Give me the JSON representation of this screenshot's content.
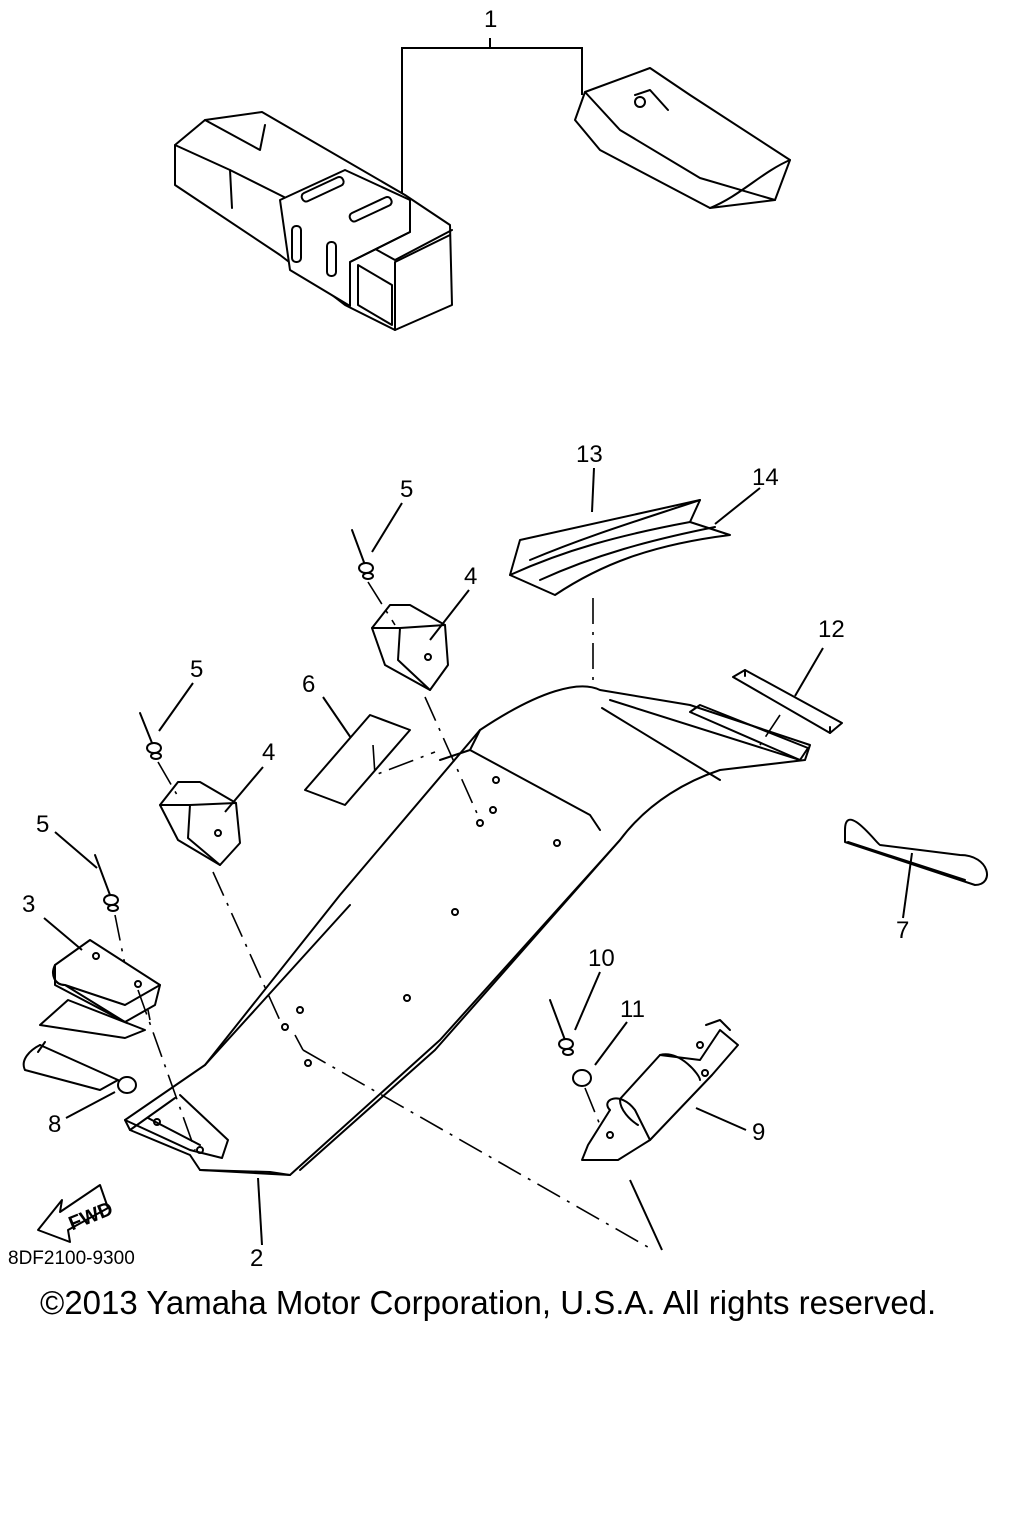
{
  "callouts": {
    "c1": "1",
    "c2": "2",
    "c3": "3",
    "c4a": "4",
    "c4b": "4",
    "c5a": "5",
    "c5b": "5",
    "c5c": "5",
    "c6": "6",
    "c7": "7",
    "c8": "8",
    "c9": "9",
    "c10": "10",
    "c11": "11",
    "c12": "12",
    "c13": "13",
    "c14": "14"
  },
  "fwd_label": "FWD",
  "diagram_code": "8DF2100-9300",
  "copyright": "©2013 Yamaha Motor Corporation, U.S.A. All rights reserved."
}
